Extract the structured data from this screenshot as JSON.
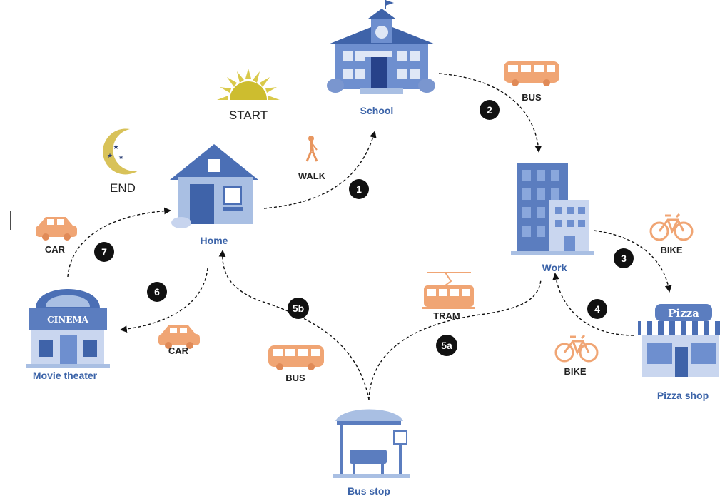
{
  "places": {
    "school": "School",
    "home": "Home",
    "work": "Work",
    "pizza_shop": "Pizza shop",
    "bus_stop": "Bus stop",
    "movie_theater": "Movie theater"
  },
  "markers": {
    "start": "START",
    "end": "END"
  },
  "transport": {
    "walk": "WALK",
    "bus_top": "BUS",
    "bike_top": "BIKE",
    "bike_bottom": "BIKE",
    "tram": "TRAM",
    "bus_bottom": "BUS",
    "car_left": "CAR",
    "car_mid": "CAR"
  },
  "steps": {
    "s1": "1",
    "s2": "2",
    "s3": "3",
    "s4": "4",
    "s5a": "5a",
    "s5b": "5b",
    "s6": "6",
    "s7": "7"
  },
  "colors": {
    "building": "#5b7dbf",
    "building_light": "#a9bfe3",
    "vehicle": "#f0a574",
    "sun": "#d9c94a",
    "moon": "#d8c259",
    "label": "#3b63a8"
  }
}
